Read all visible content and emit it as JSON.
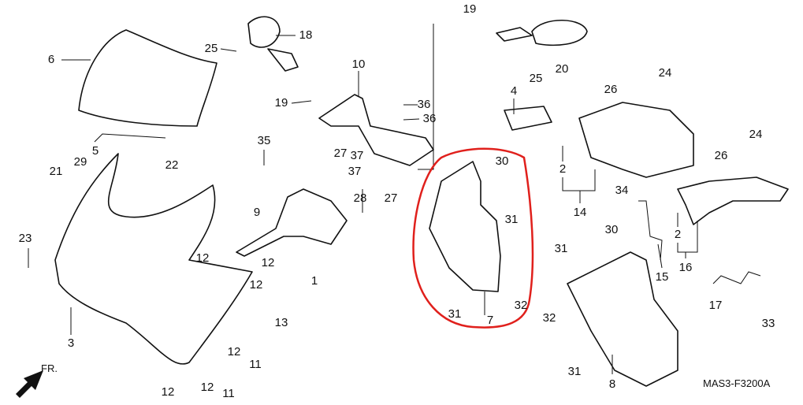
{
  "diagram_code": "MAS3-F3200A",
  "direction_label": "FR.",
  "highlight_color": "#e0201c",
  "highlighted_part": "7",
  "labels": [
    "6",
    "25",
    "18",
    "19",
    "20",
    "25",
    "10",
    "19",
    "36",
    "36",
    "4",
    "26",
    "24",
    "21",
    "29",
    "5",
    "22",
    "35",
    "27",
    "37",
    "37",
    "27",
    "30",
    "2",
    "14",
    "26",
    "24",
    "28",
    "9",
    "31",
    "34",
    "2",
    "12",
    "12",
    "1",
    "23",
    "31",
    "30",
    "16",
    "15",
    "12",
    "13",
    "31",
    "32",
    "3",
    "7",
    "32",
    "17",
    "33",
    "12",
    "11",
    "31",
    "12",
    "12",
    "11",
    "8"
  ]
}
